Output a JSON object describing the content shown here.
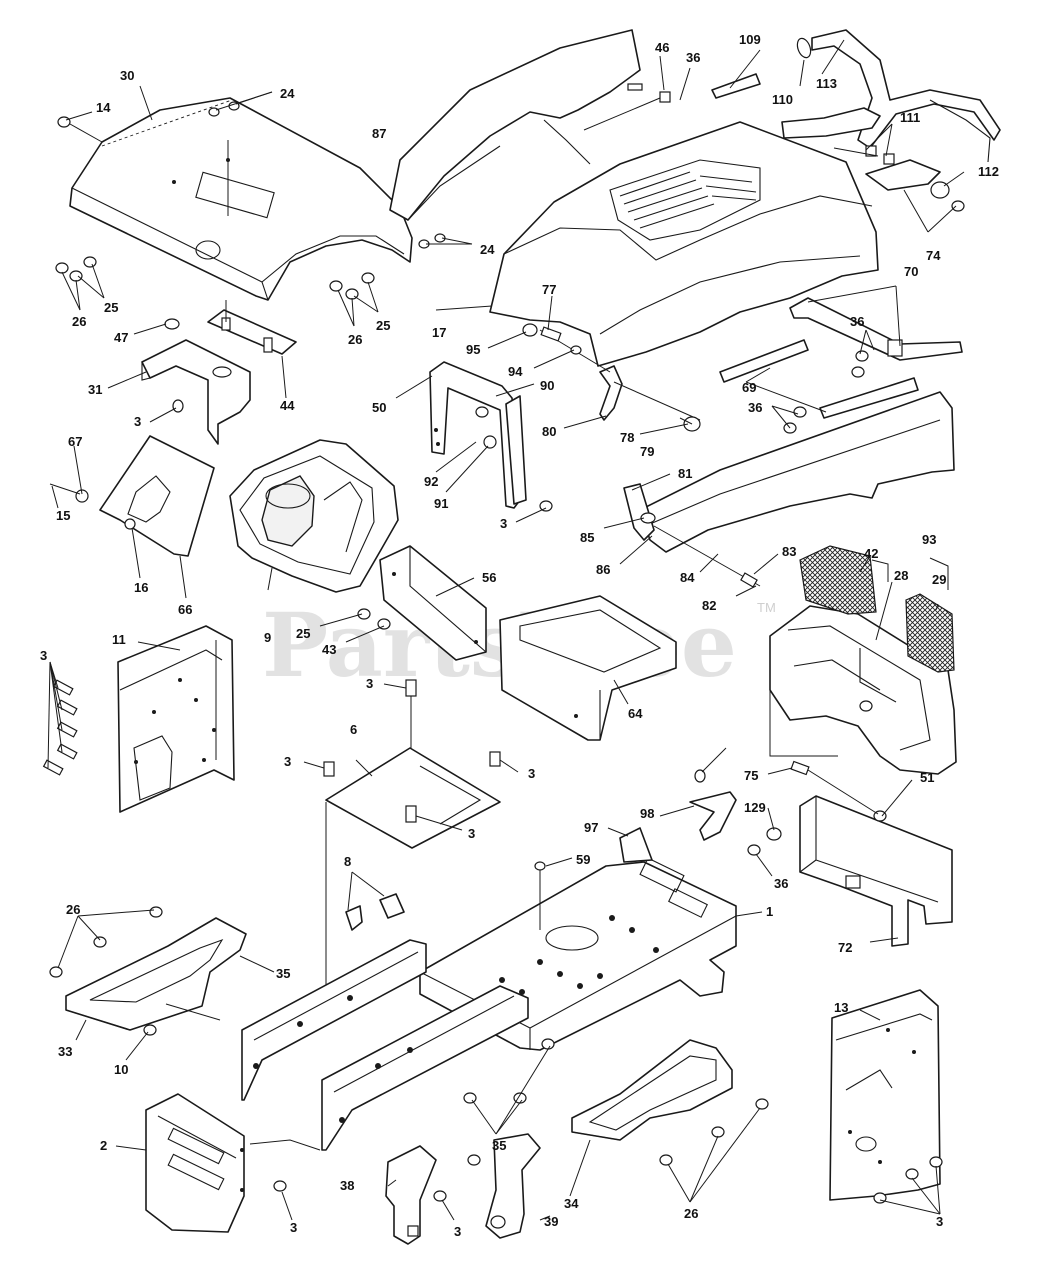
{
  "watermark": {
    "text": "PartsTree",
    "trademark": "TM"
  },
  "callouts": [
    "14",
    "30",
    "24",
    "87",
    "46",
    "36",
    "109",
    "110",
    "113",
    "111",
    "112",
    "74",
    "24",
    "17",
    "26",
    "25",
    "26",
    "25",
    "47",
    "44",
    "31",
    "3",
    "77",
    "95",
    "94",
    "90",
    "50",
    "80",
    "78",
    "79",
    "70",
    "36",
    "69",
    "36",
    "67",
    "15",
    "16",
    "66",
    "92",
    "91",
    "3",
    "81",
    "85",
    "86",
    "84",
    "83",
    "82",
    "9",
    "25",
    "43",
    "56",
    "64",
    "42",
    "93",
    "28",
    "29",
    "11",
    "3",
    "3",
    "6",
    "3",
    "3",
    "3",
    "75",
    "51",
    "129",
    "36",
    "72",
    "97",
    "98",
    "59",
    "8",
    "1",
    "26",
    "35",
    "33",
    "10",
    "2",
    "3",
    "38",
    "3",
    "35",
    "39",
    "34",
    "26",
    "13",
    "3"
  ]
}
